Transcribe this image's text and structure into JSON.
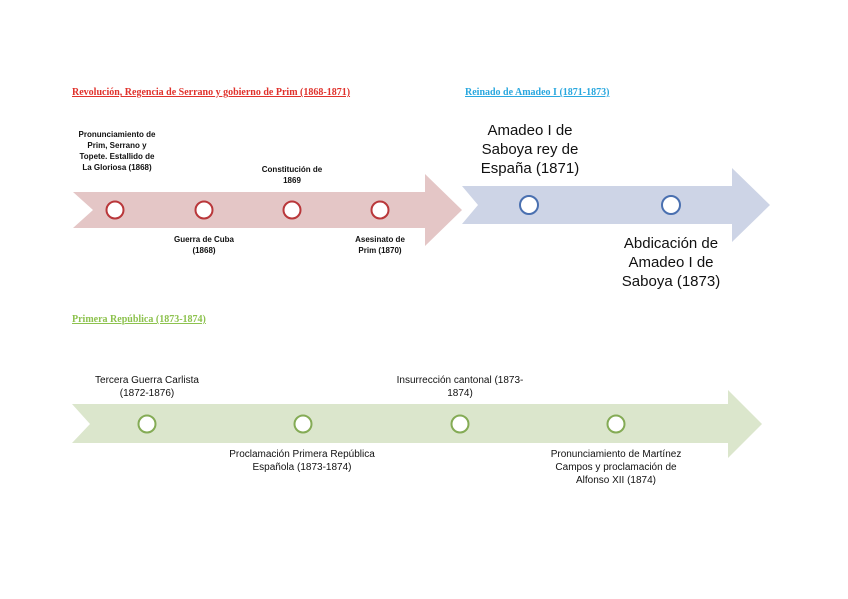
{
  "sections": [
    {
      "heading": "Revolución, Regencia de Serrano y gobierno de Prim (1868-1871)",
      "color": "#e0322c",
      "arrow_color": "#e4c6c6",
      "marker_color": "#b9373a",
      "events": [
        "Pronunciamiento de Prim, Serrano y Topete. Estallido de La Gloriosa (1868)",
        "Guerra de Cuba (1868)",
        "Constitución de 1869",
        "Asesinato de Prim (1870)"
      ]
    },
    {
      "heading": "Reinado de Amadeo I (1871-1873)",
      "color": "#2aa8df",
      "arrow_color": "#cdd4e6",
      "marker_color": "#4a70b0",
      "events": [
        "Amadeo I de Saboya rey de España (1871)",
        "Abdicación de Amadeo I de Saboya (1873)"
      ]
    },
    {
      "heading": "Primera República (1873-1874)",
      "color": "#8dc24e",
      "arrow_color": "#dbe6cc",
      "marker_color": "#84ab55",
      "events": [
        "Tercera Guerra Carlista (1872-1876)",
        "Proclamación Primera República Española (1873-1874)",
        "Insurrección cantonal (1873-1874)",
        "Pronunciamiento de Martínez Campos y proclamación de Alfonso XII (1874)"
      ]
    }
  ]
}
